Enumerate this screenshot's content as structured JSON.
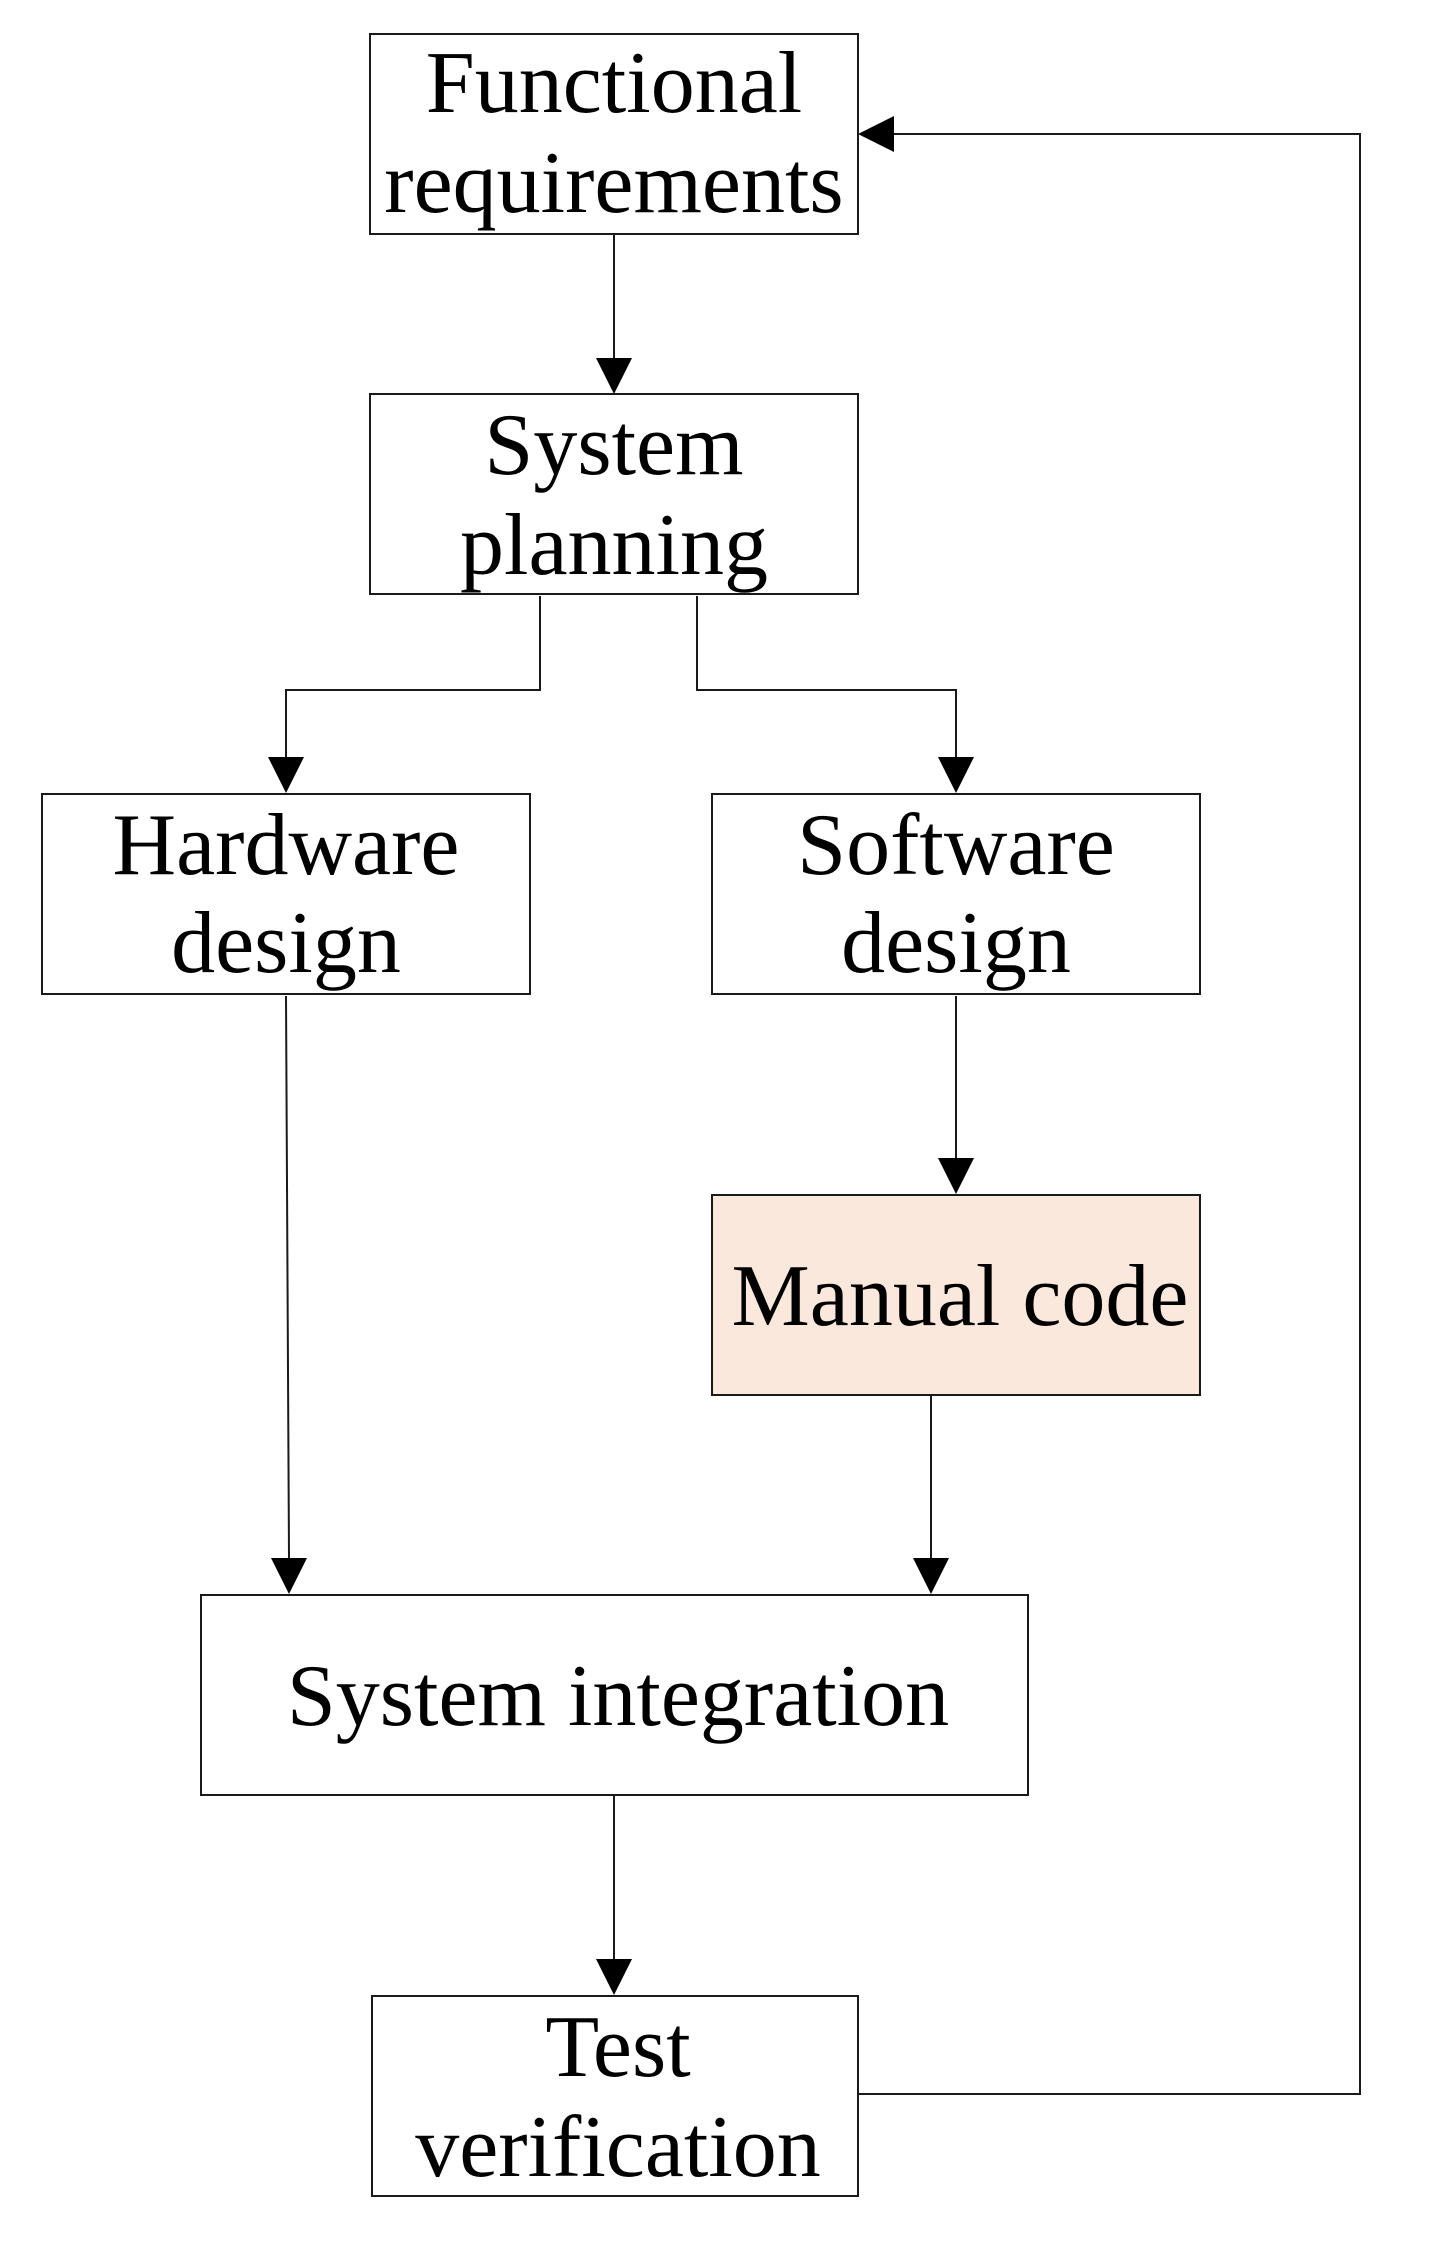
{
  "nodes": {
    "functional_requirements": {
      "line1": "Functional",
      "line2": "requirements"
    },
    "system_planning": {
      "line1": "System",
      "line2": "planning"
    },
    "hardware_design": {
      "line1": "Hardware",
      "line2": "design"
    },
    "software_design": {
      "line1": "Software",
      "line2": "design"
    },
    "manual_code": {
      "label": "Manual code"
    },
    "system_integration": {
      "label": "System integration"
    },
    "test_verification": {
      "line1": "Test",
      "line2": "verification"
    }
  },
  "colors": {
    "highlight_fill": "#fbe8dc",
    "stroke": "#1a1a1a",
    "text": "#000000"
  }
}
